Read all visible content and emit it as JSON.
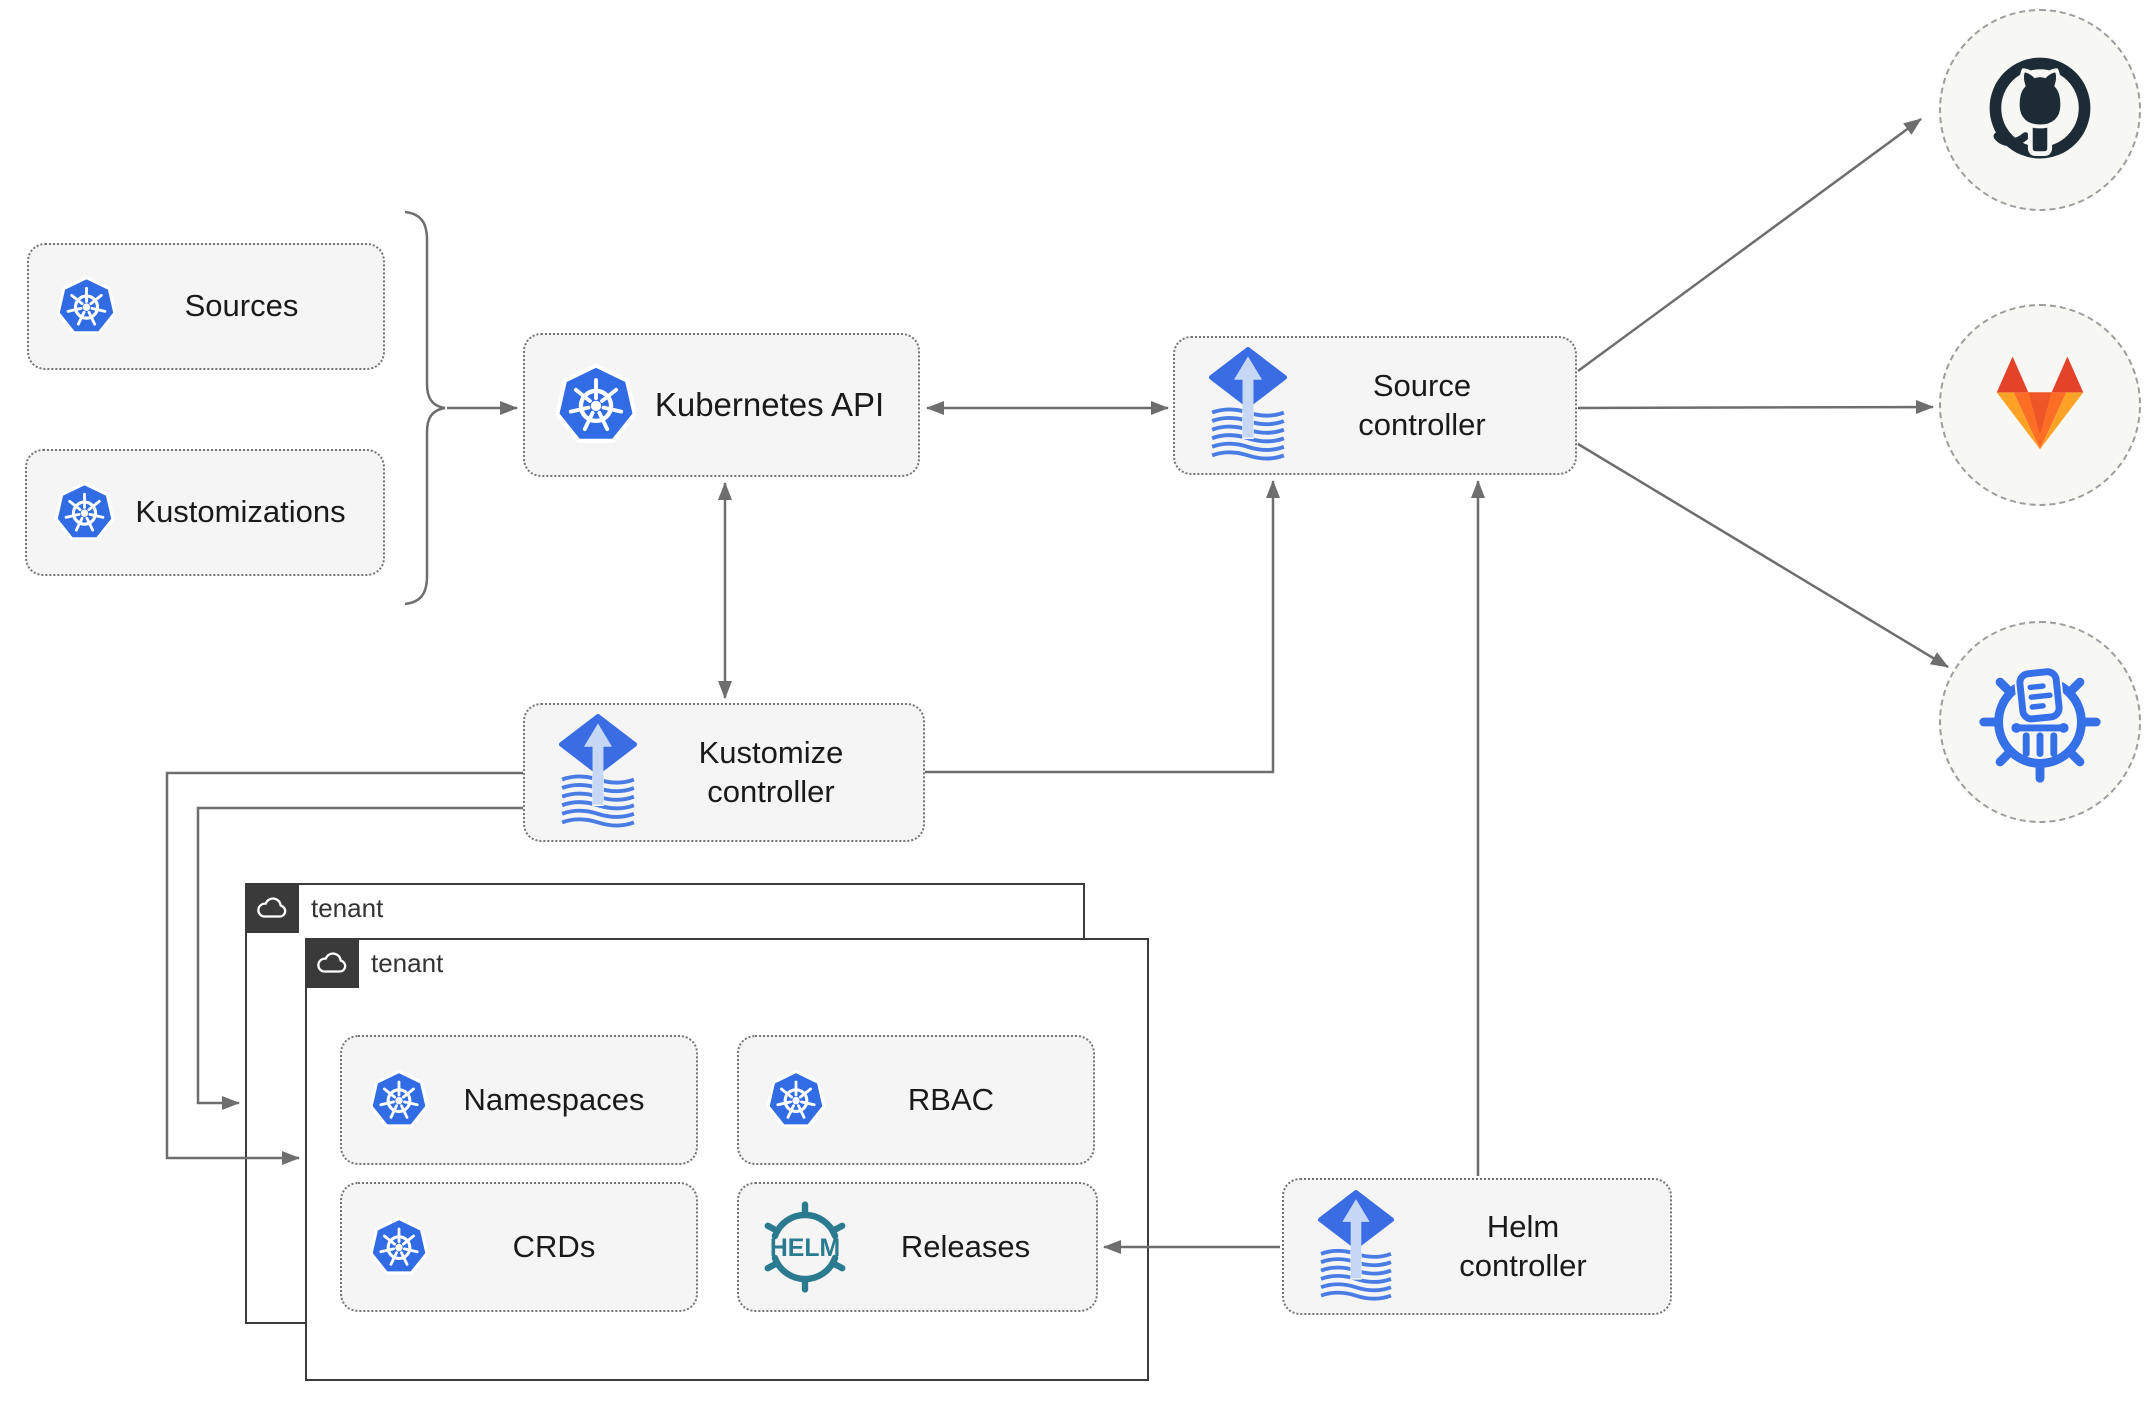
{
  "nodes": {
    "sources": {
      "label": "Sources"
    },
    "kustomizations": {
      "label": "Kustomizations"
    },
    "kubernetes_api": {
      "label": "Kubernetes API"
    },
    "source_controller": {
      "label": "Source controller"
    },
    "kustomize_controller": {
      "label": "Kustomize controller"
    },
    "helm_controller": {
      "label": "Helm controller"
    },
    "namespaces": {
      "label": "Namespaces"
    },
    "rbac": {
      "label": "RBAC"
    },
    "crds": {
      "label": "CRDs"
    },
    "releases": {
      "label": "Releases"
    }
  },
  "tenants": [
    {
      "label": "tenant"
    },
    {
      "label": "tenant"
    }
  ],
  "helm_logo_text": "HELM",
  "endpoints": [
    {
      "icon": "github-icon"
    },
    {
      "icon": "gitlab-icon"
    },
    {
      "icon": "chartmuseum-icon"
    }
  ],
  "icons": [
    "kubernetes-icon",
    "flux-icon",
    "helm-icon",
    "cloud-icon",
    "github-icon",
    "gitlab-icon",
    "chartmuseum-icon"
  ],
  "colors": {
    "kubernetes_blue": "#326ce5",
    "flux_blue": "#3a6ce3",
    "flux_arrow_light": "#c7d8f6",
    "flux_stripe": "#4a7ce6",
    "helm_teal": "#2a7a90",
    "chartmuseum_blue": "#3570e8",
    "github_dark": "#1d2b36",
    "gitlab_dark_orange": "#e24329",
    "gitlab_mid_orange": "#fc6d26",
    "gitlab_light_orange": "#fca326",
    "connector_grey": "#6e6e6e",
    "node_fill": "#f5f5f5",
    "tenant_tab": "#3a3a3a"
  }
}
